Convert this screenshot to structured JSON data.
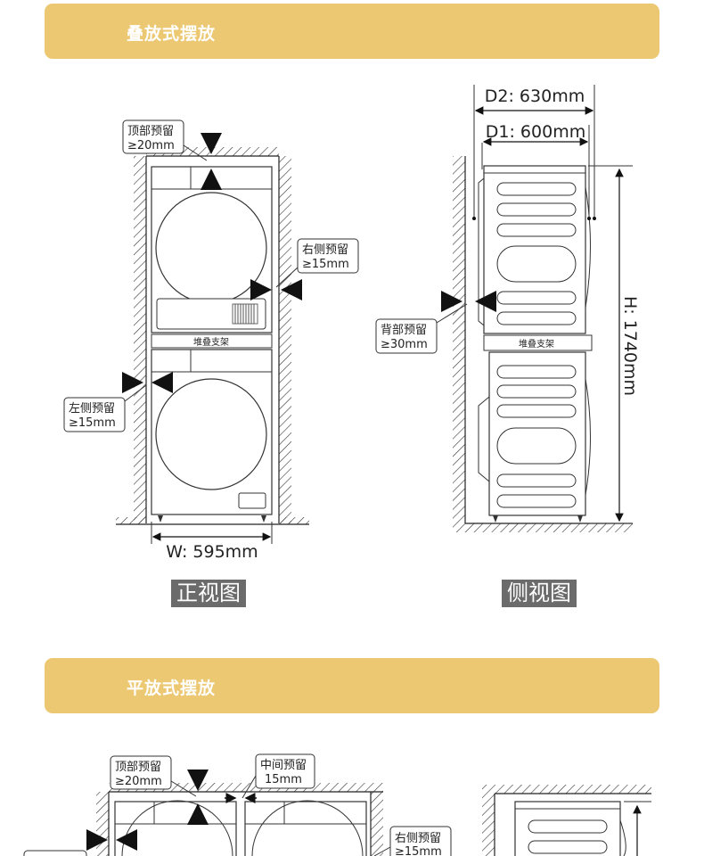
{
  "sections": {
    "stacked_title": "叠放式摆放",
    "side_by_side_title": "平放式摆放"
  },
  "front_view": {
    "label": "正视图",
    "top_clearance": {
      "name": "顶部预留",
      "value": "≥20mm"
    },
    "right_clearance": {
      "name": "右侧预留",
      "value": "≥15mm"
    },
    "left_clearance": {
      "name": "左侧预留",
      "value": "≥15mm"
    },
    "stack_bracket": "堆叠支架",
    "width": "W: 595mm"
  },
  "side_view": {
    "label": "侧视图",
    "d2": "D2: 630mm",
    "d1": "D1: 600mm",
    "back_clearance": {
      "name": "背部预留",
      "value": "≥30mm"
    },
    "stack_bracket": "堆叠支架",
    "height": "H: 1740mm"
  },
  "flat_view": {
    "top_clearance": {
      "name": "顶部预留",
      "value": "≥20mm"
    },
    "middle_clearance": {
      "name": "中间预留",
      "value": "15mm"
    },
    "right_clearance": {
      "name": "右侧预留",
      "value": "≥15mm"
    }
  }
}
